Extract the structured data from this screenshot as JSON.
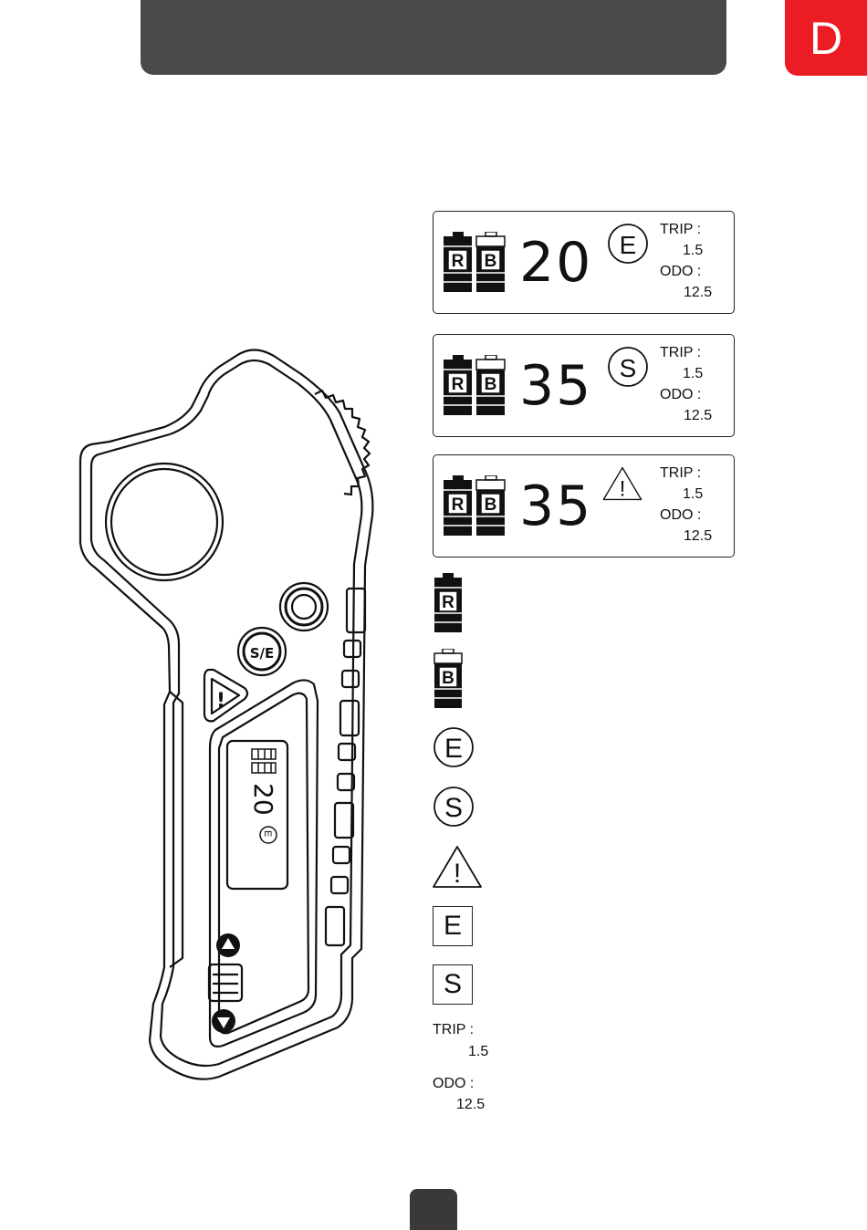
{
  "language_tab": {
    "letter": "D",
    "color": "#ec1c24"
  },
  "header": {
    "bar_color": "#4a4848"
  },
  "battery_labels": {
    "remote": "R",
    "board": "B"
  },
  "panels": [
    {
      "speed": "20",
      "mode_type": "circle",
      "mode": "E",
      "trip_label": "TRIP :",
      "trip_value": "1.5",
      "odo_label": "ODO :",
      "odo_value": "12.5"
    },
    {
      "speed": "35",
      "mode_type": "circle",
      "mode": "S",
      "trip_label": "TRIP :",
      "trip_value": "1.5",
      "odo_label": "ODO :",
      "odo_value": "12.5"
    },
    {
      "speed": "35",
      "mode_type": "warning",
      "mode": "!",
      "trip_label": "TRIP :",
      "trip_value": "1.5",
      "odo_label": "ODO :",
      "odo_value": "12.5"
    }
  ],
  "legend": {
    "remote_battery": "R",
    "board_battery": "B",
    "circle_e": "E",
    "circle_s": "S",
    "warning": "!",
    "box_e": "E",
    "box_s": "S",
    "trip_label": "TRIP :",
    "trip_value": "1.5",
    "odo_label": "ODO :",
    "odo_value": "12.5"
  },
  "remote_display": {
    "speed": "20",
    "mode": "E"
  },
  "remote_buttons": {
    "logo": "S/E",
    "warning": "!"
  }
}
